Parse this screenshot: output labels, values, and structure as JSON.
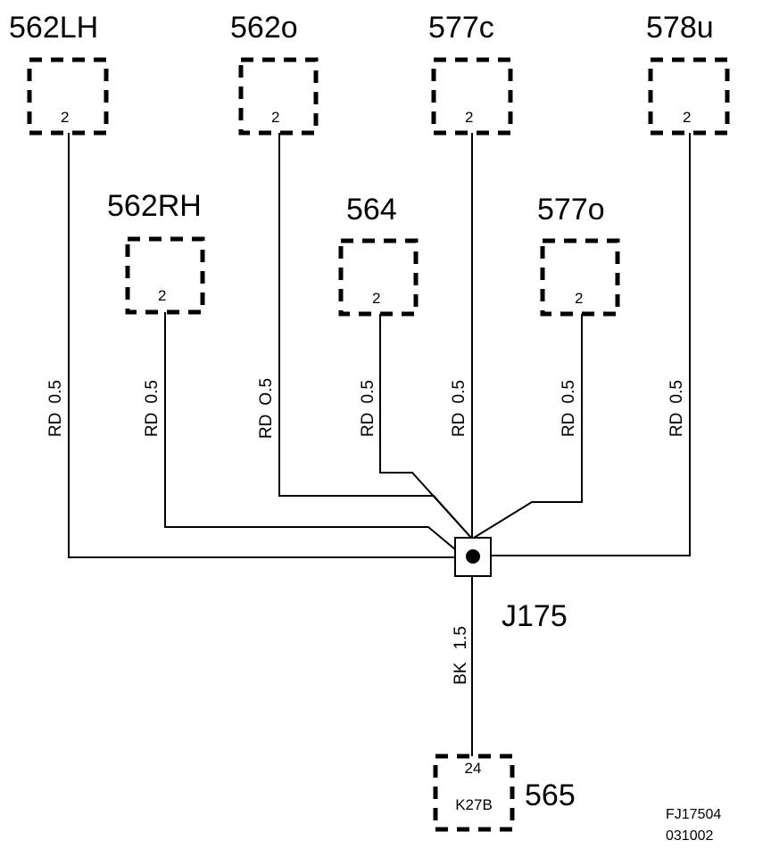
{
  "connectors_top": [
    {
      "name": "562LH",
      "pin": "2"
    },
    {
      "name": "562o",
      "pin": "2"
    },
    {
      "name": "577c",
      "pin": "2"
    },
    {
      "name": "578u",
      "pin": "2"
    }
  ],
  "connectors_mid": [
    {
      "name": "562RH",
      "pin": "2"
    },
    {
      "name": "564",
      "pin": "2"
    },
    {
      "name": "577o",
      "pin": "2"
    }
  ],
  "wire_labels": [
    {
      "color": "RD",
      "size": "0.5"
    },
    {
      "color": "RD",
      "size": "0.5"
    },
    {
      "color": "RD",
      "size": "O.5"
    },
    {
      "color": "RD",
      "size": "0.5"
    },
    {
      "color": "RD",
      "size": "0.5"
    },
    {
      "color": "RD",
      "size": "0.5"
    },
    {
      "color": "RD",
      "size": "0.5"
    }
  ],
  "junction": {
    "name": "J175"
  },
  "ground_wire": {
    "color": "BK",
    "size": "1.5"
  },
  "bottom_connector": {
    "name": "565",
    "pin": "24",
    "code": "K27B"
  },
  "footer": {
    "ref": "FJ17504",
    "date": "031002"
  }
}
